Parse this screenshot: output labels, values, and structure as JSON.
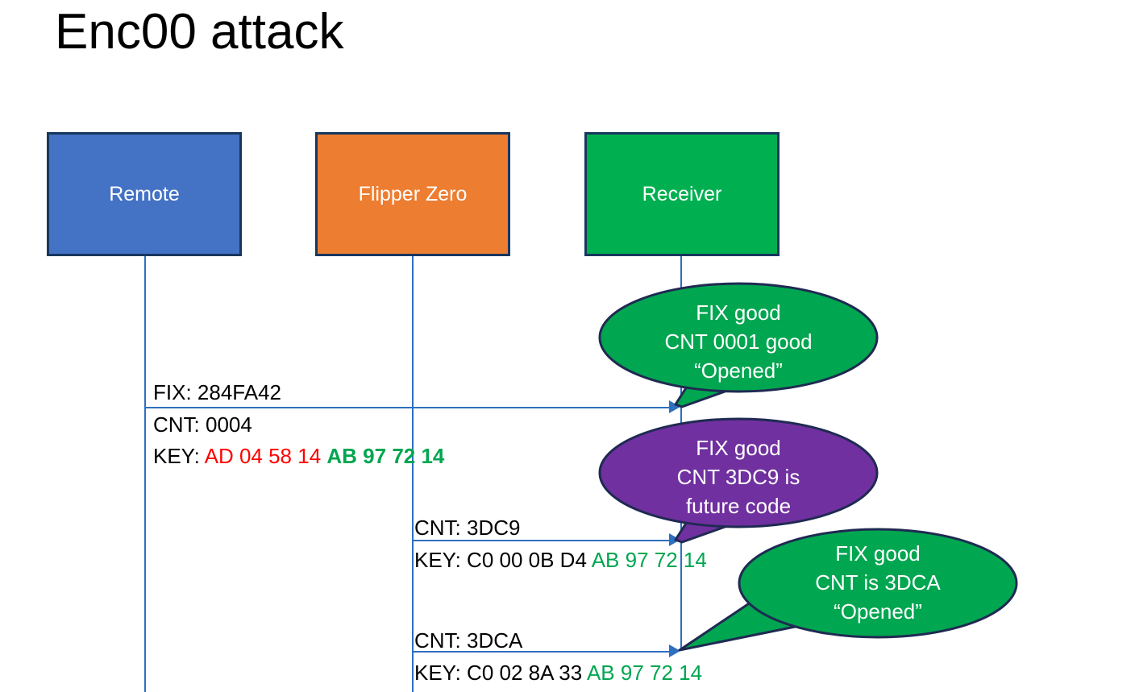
{
  "slide": {
    "title": "Enc00 attack",
    "background": "#ffffff"
  },
  "colors": {
    "remote_blue": "#4472C4",
    "flipper_orange": "#ED7D31",
    "receiver_green": "#00B050",
    "bubble_green": "#00A650",
    "bubble_purple": "#7030A0",
    "border_navy": "#17375E",
    "line_blue": "#2E6FC0",
    "hex_red": "#FF0000",
    "hex_green": "#00A650",
    "text_black": "#000000",
    "text_white": "#FFFFFF"
  },
  "actors": [
    {
      "id": "remote",
      "label": "Remote",
      "color": "#4472C4"
    },
    {
      "id": "flipper",
      "label": "Flipper Zero",
      "color": "#ED7D31"
    },
    {
      "id": "receiver",
      "label": "Receiver",
      "color": "#00B050"
    }
  ],
  "messages": [
    {
      "id": "msg1",
      "from": "remote",
      "to": "receiver",
      "label_fix": "FIX: 284FA42",
      "label_cnt": "CNT: 0004",
      "key_prefix": "KEY: ",
      "key_red": "AD 04 58 14",
      "key_green": "AB 97 72 14"
    },
    {
      "id": "msg2",
      "from": "flipper",
      "to": "receiver",
      "label_cnt": "CNT: 3DC9",
      "key_prefix": "KEY: C0 00 0B D4 ",
      "key_green": "AB 97 72 14"
    },
    {
      "id": "msg3",
      "from": "flipper",
      "to": "receiver",
      "label_cnt": "CNT: 3DCA",
      "key_prefix": "KEY: C0 02 8A 33 ",
      "key_green": "AB 97 72 14"
    }
  ],
  "bubbles": [
    {
      "id": "bubble1",
      "color": "#00A650",
      "line1": "FIX good",
      "line2": "CNT 0001 good",
      "line3": "“Opened”"
    },
    {
      "id": "bubble2",
      "color": "#7030A0",
      "line1": "FIX good",
      "line2": "CNT 3DC9 is",
      "line3": "future code"
    },
    {
      "id": "bubble3",
      "color": "#00A650",
      "line1": "FIX good",
      "line2": "CNT is 3DCA",
      "line3": "“Opened”"
    }
  ]
}
